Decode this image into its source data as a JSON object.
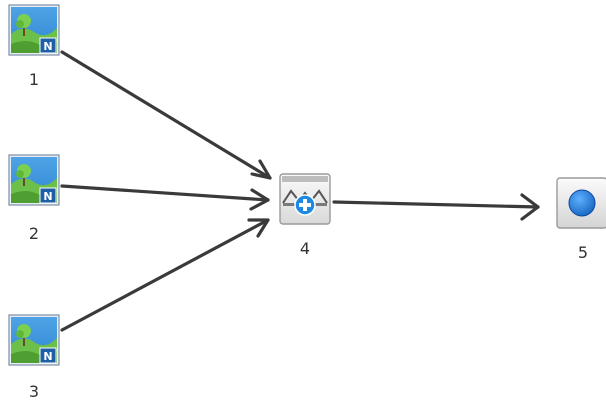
{
  "nodes": [
    {
      "id": "1",
      "label": "1",
      "icon": "raster-dataset-icon",
      "badge": "N"
    },
    {
      "id": "2",
      "label": "2",
      "icon": "raster-dataset-icon",
      "badge": "N"
    },
    {
      "id": "3",
      "label": "3",
      "icon": "raster-dataset-icon",
      "badge": "N"
    },
    {
      "id": "4",
      "label": "4",
      "icon": "mosaic-operator-icon"
    },
    {
      "id": "5",
      "label": "5",
      "icon": "output-dataset-icon"
    }
  ],
  "edges": [
    {
      "from": "1",
      "to": "4"
    },
    {
      "from": "2",
      "to": "4"
    },
    {
      "from": "3",
      "to": "4"
    },
    {
      "from": "4",
      "to": "5"
    }
  ],
  "colors": {
    "edge": "#3a3a3a",
    "sky": "#2f86d1",
    "grass": "#6cc04a",
    "badge": "#1e5fa8",
    "operator_frame": "#9a9a9a",
    "operator_plus": "#1e88e5",
    "output_dot": "#1f7ee8"
  }
}
